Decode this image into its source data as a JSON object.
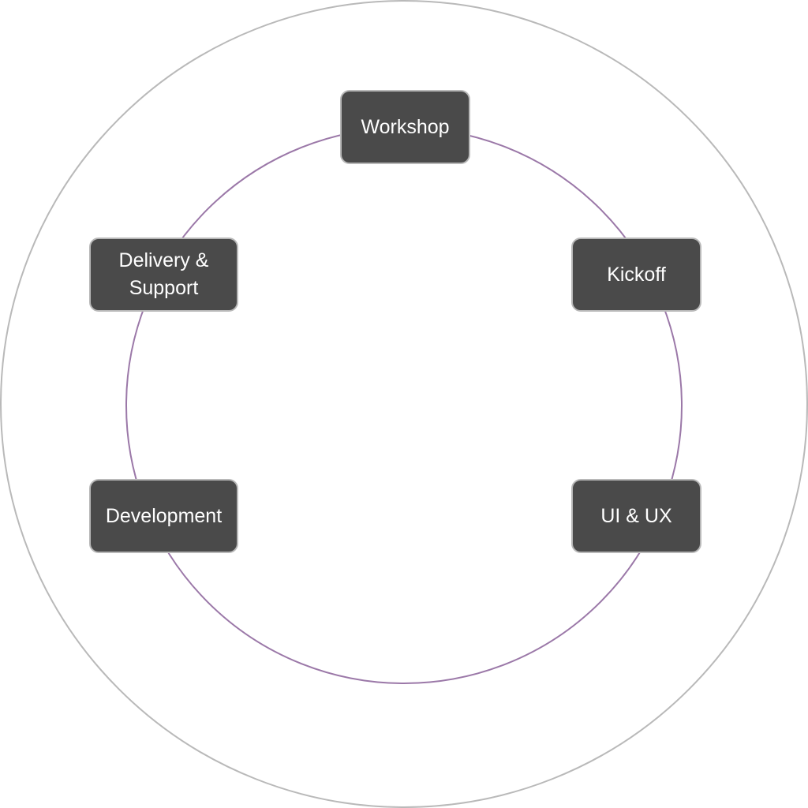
{
  "colors": {
    "background": "#ffffff",
    "outer_ring": "#b9b9b9",
    "cycle_ring": "#9b78a8",
    "node_fill": "#4a4a4a",
    "node_border": "#b8b8b8",
    "node_text": "#ffffff"
  },
  "stages": [
    {
      "id": "workshop",
      "label": "Workshop"
    },
    {
      "id": "kickoff",
      "label": "Kickoff"
    },
    {
      "id": "uiux",
      "label": "UI & UX"
    },
    {
      "id": "development",
      "label": "Development"
    },
    {
      "id": "delivery",
      "label": "Delivery &\nSupport"
    }
  ]
}
